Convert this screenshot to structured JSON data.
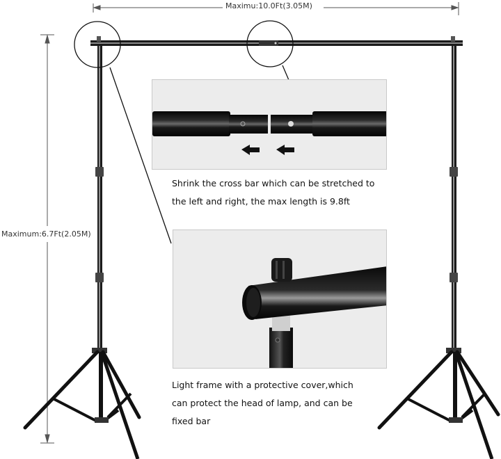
{
  "dimensions": {
    "width_label": "Maximu:10.0Ft(3.05M)",
    "height_label": "Maximum:6.7Ft(2.05M)"
  },
  "callouts": [
    {
      "id": "crossbar-detail",
      "caption_lines": [
        "Shrink the cross bar which can be stretched to",
        "the left and right, the max length is 9.8ft"
      ],
      "arrows": [
        "arrow-left",
        "arrow-right"
      ]
    },
    {
      "id": "head-cap-detail",
      "caption_lines": [
        "Light frame with a protective cover,which",
        "can protect the  head of lamp, and can be",
        "fixed bar"
      ]
    }
  ],
  "colors": {
    "background": "#ffffff",
    "panel_bg": "#ececec",
    "metal": "#1a1a1a",
    "dimension_line": "#555555"
  }
}
